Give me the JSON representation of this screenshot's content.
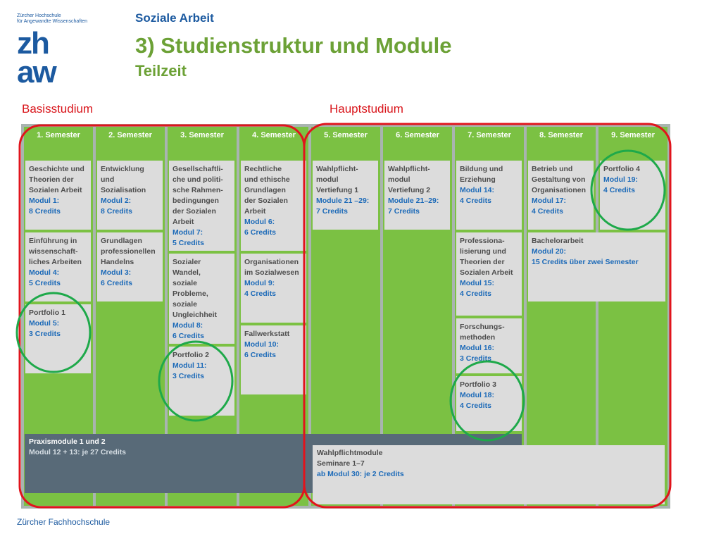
{
  "header": {
    "school_line1": "Zürcher Hochschule",
    "school_line2": "für Angewandte Wissenschaften",
    "logo_text_top": "zh",
    "logo_text_bottom": "aw",
    "subject": "Soziale Arbeit",
    "title": "3) Studienstruktur und Module",
    "subtitle": "Teilzeit"
  },
  "phases": {
    "basis": "Basisstudium",
    "haupt": "Hauptstudium"
  },
  "colors": {
    "green_column": "#7bc143",
    "frame": "#a9b4b0",
    "module_box": "#dcdcdc",
    "praxis_box": "#586a78",
    "brand_blue": "#1c5aa0",
    "module_blue": "#1c6ab8",
    "title_green": "#6ca136",
    "red_outline": "#e1141c",
    "green_outline": "#1ea94a"
  },
  "semesters": [
    "1. Semester",
    "2. Semester",
    "3. Semester",
    "4. Semester",
    "5. Semester",
    "6. Semester",
    "7. Semester",
    "8. Semester",
    "9. Semester"
  ],
  "modules": {
    "s1_m1": [
      "Geschichte und",
      "Theorien der",
      "Sozialen Arbeit",
      "Modul 1:",
      "8 Credits"
    ],
    "s1_m2": [
      "Einführung in",
      "wissenschaft-",
      "liches Arbeiten",
      "Modul 4:",
      "5 Credits"
    ],
    "s1_m3": [
      "Portfolio 1",
      "Modul 5:",
      "3 Credits"
    ],
    "s2_m1": [
      "Entwicklung",
      "und",
      "Sozialisation",
      "Modul 2:",
      "8 Credits"
    ],
    "s2_m2": [
      "Grundlagen",
      "professionellen",
      "Handelns",
      "Modul 3:",
      "6 Credits"
    ],
    "s3_m1": [
      "Gesellschaftli-",
      "che und politi-",
      "sche Rahmen-",
      "bedingungen",
      "der Sozialen",
      "Arbeit",
      "Modul 7:",
      "5 Credits"
    ],
    "s3_m2": [
      "Sozialer",
      "Wandel,",
      "soziale",
      "Probleme,",
      "soziale",
      "Ungleichheit",
      "Modul 8:",
      "6 Credits"
    ],
    "s3_m3": [
      "Portfolio 2",
      "Modul 11:",
      "3 Credits"
    ],
    "s4_m1": [
      "Rechtliche",
      "und ethische",
      "Grundlagen",
      "der Sozialen",
      "Arbeit",
      "Modul 6:",
      "6 Credits"
    ],
    "s4_m2": [
      "Organisationen",
      "im Sozialwesen",
      "Modul 9:",
      "4 Credits"
    ],
    "s4_m3": [
      "Fallwerkstatt",
      "Modul 10:",
      "6 Credits"
    ],
    "s5_m1": [
      "Wahlpflicht-",
      "modul",
      "Vertiefung 1",
      "Module 21 –29:",
      "7 Credits"
    ],
    "s6_m1": [
      "Wahlpflicht-",
      "modul",
      "Vertiefung 2",
      "Module 21–29:",
      "7 Credits"
    ],
    "s7_m1": [
      "Bildung und",
      "Erziehung",
      "Modul 14:",
      "4 Credits"
    ],
    "s7_m2": [
      "Professiona-",
      "lisierung und",
      "Theorien der",
      "Sozialen Arbeit",
      "Modul 15:",
      "4 Credits"
    ],
    "s7_m3": [
      "Forschungs-",
      "methoden",
      "Modul 16:",
      "3 Credits"
    ],
    "s7_m4": [
      "Portfolio 3",
      "Modul 18:",
      "4 Credits"
    ],
    "s8_m1": [
      "Betrieb und",
      "Gestaltung von",
      "Organisationen",
      "Modul 17:",
      "4 Credits"
    ],
    "s9_m1": [
      "Portfolio 4",
      "Modul 19:",
      "4 Credits"
    ],
    "bachelor": [
      "Bachelorarbeit",
      "Modul 20:",
      "15 Credits über zwei Semester"
    ]
  },
  "praxis": {
    "title": "Praxismodule 1 und 2",
    "detail": "Modul 12 + 13: je 27 Credits"
  },
  "wahlpflicht": {
    "title": "Wahlpflichtmodule",
    "subtitle": "Seminare 1–7",
    "detail": "ab Modul 30: je 2 Credits"
  },
  "footer": {
    "text": "Zürcher Fachhochschule"
  }
}
